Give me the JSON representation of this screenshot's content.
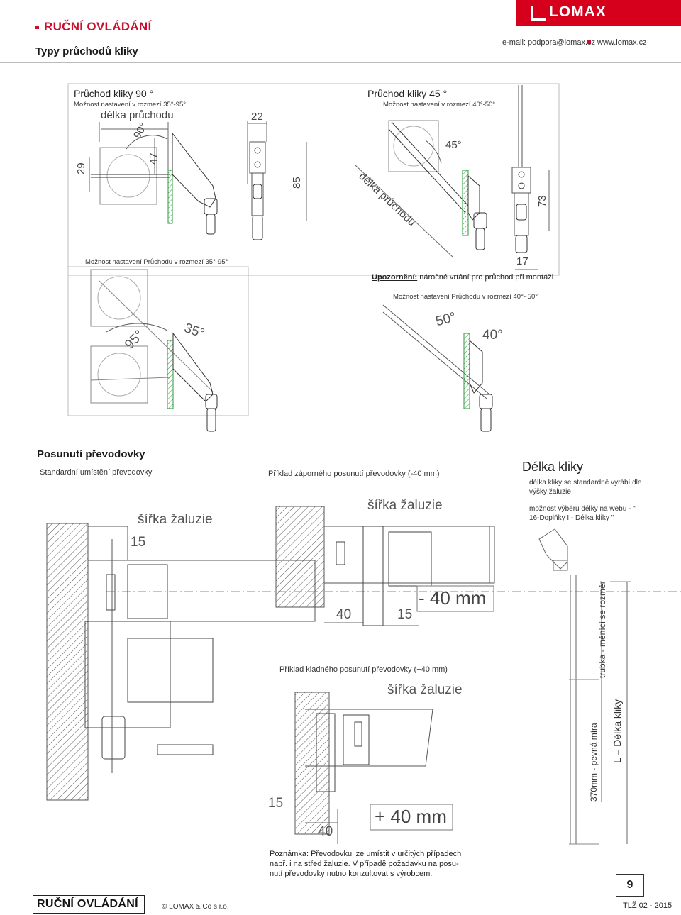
{
  "header": {
    "section": "RUČNÍ OVLÁDÁNÍ",
    "subtitle": "Typy průchodů kliky",
    "logo": "LOMAX",
    "email": "e-mail: podpora@lomax.cz",
    "web": "www.lomax.cz"
  },
  "fig90": {
    "title": "Průchod kliky 90 °",
    "range": "Možnost nastavení v rozmezí 35°-95°",
    "length_label": "délka průchodu",
    "angle": "90°",
    "dim_29": "29",
    "dim_47": "47",
    "dim_22": "22",
    "dim_85": "85"
  },
  "fig45": {
    "title": "Průchod kliky 45 °",
    "range": "Možnost nastavení v rozmezí 40°-50°",
    "length_label": "délka průchodu",
    "angle": "45°",
    "dim_73": "73",
    "dim_17": "17"
  },
  "adjust_left": {
    "caption": "Možnost nastavení Průchodu v rozmezí 35°-95°",
    "angle_a": "95°",
    "angle_b": "35°"
  },
  "warning": {
    "label": "Upozornění:",
    "text": " náročné vrtání pro průchod při montáži"
  },
  "adjust_right": {
    "caption": "Možnost nastavení Průchodu v rozmezí 40°- 50°",
    "angle_a": "50°",
    "angle_b": "40°"
  },
  "shift": {
    "heading": "Posunutí převodovky",
    "standard_caption": "Standardní umístění převodovky",
    "negative_caption": "Příklad záporného posunutí převodovky (-40 mm)",
    "positive_caption": "Příklad kladného posunutí převodovky (+40 mm)",
    "blind_width": "šířka žaluzie",
    "dim_15": "15",
    "dim_40": "40",
    "neg_value": "- 40 mm",
    "pos_value": "+ 40 mm",
    "note_line1": "Poznámka: Převodovku lze umístit v určitých případech",
    "note_line2": "např. i na střed žaluzie. V případě požadavku na posu-",
    "note_line3": "nutí převodovky nutno konzultovat s výrobcem."
  },
  "handle_length": {
    "title": "Délka kliky",
    "text1": "délka kliky se standardně vyrábí dle",
    "text2": "výšky žaluzie",
    "text3": "možnost výběru délky na webu - \"",
    "text4": "16-Doplňky I - Délka kliky \"",
    "label_tube": "trubka - měnící se rozměr",
    "label_fixed": "370mm - pevná míra",
    "label_L": "L = Délka kliky"
  },
  "footer": {
    "page": "9",
    "title": "RUČNÍ OVLÁDÁNÍ",
    "copyright": "© LOMAX & Co s.r.o.",
    "code": "TLŽ  02 - 2015"
  }
}
